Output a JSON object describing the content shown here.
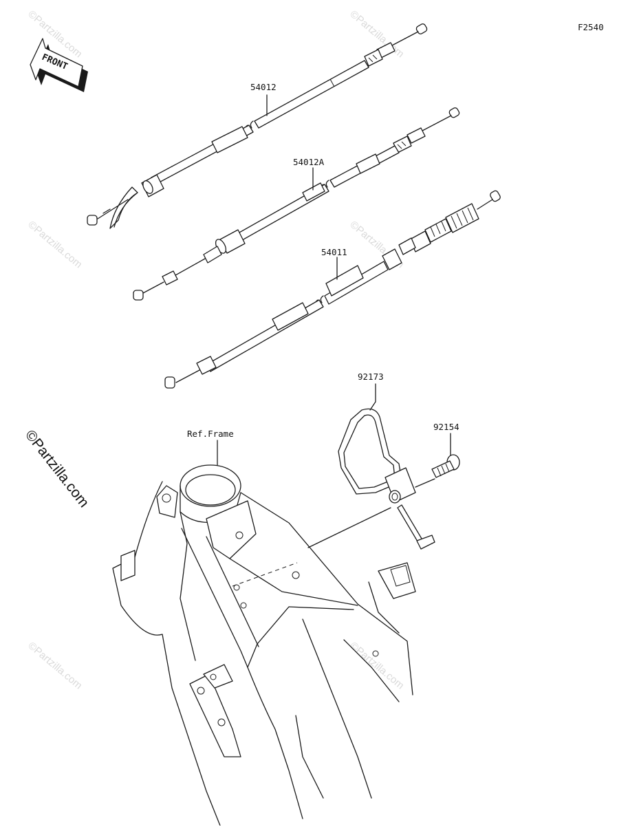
{
  "figure_code": "F2540",
  "orientation_label": "FRONT",
  "copyright": "©Partzilla.com",
  "watermark_text": "©Partzilla.com",
  "parts": [
    {
      "number": "54012"
    },
    {
      "number": "54012A"
    },
    {
      "number": "54011"
    },
    {
      "number": "92173"
    },
    {
      "number": "92154"
    }
  ],
  "reference_label": "Ref.Frame",
  "colors": {
    "line": "#1a1a1a",
    "watermark": "#dadada",
    "background": "#ffffff"
  }
}
